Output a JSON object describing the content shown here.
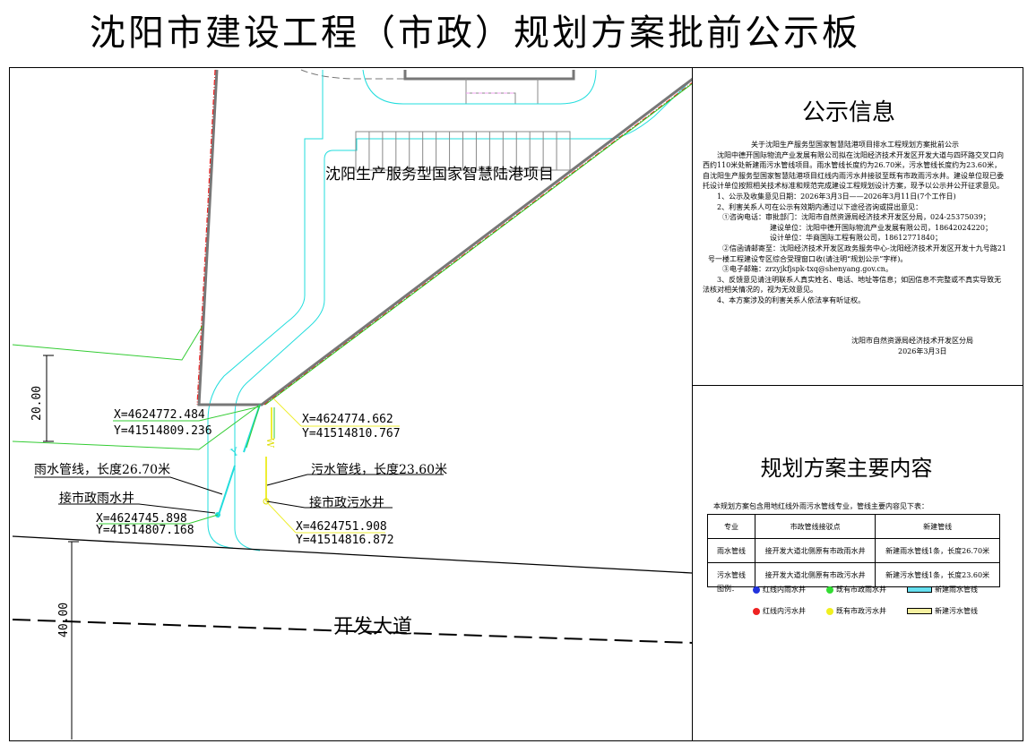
{
  "title": "沈阳市建设工程（市政）规划方案批前公示板",
  "map": {
    "project_name": "沈阳生产服务型国家智慧陆港项目",
    "road_name": "开发大道",
    "dim_20": "20.00",
    "dim_40": "40.00",
    "coord1": {
      "x": "X=4624772.484",
      "y": "Y=41514809.236"
    },
    "coord2": {
      "x": "X=4624774.662",
      "y": "Y=41514810.767"
    },
    "coord3": {
      "x": "X=4624745.898",
      "y": "Y=41514807.168"
    },
    "coord4": {
      "x": "X=4624751.908",
      "y": "Y=41514816.872"
    },
    "rain_pipe_label": "雨水管线，长度26.70米",
    "sewage_pipe_label": "污水管线，长度23.60米",
    "rain_well_label": "接市政雨水井",
    "sewage_well_label": "接市政污水井",
    "rain_mark": "Y",
    "sewage_mark": "W"
  },
  "notice": {
    "heading": "公示信息",
    "title": "关于沈阳生产服务型国家智慧陆港项目排水工程规划方案批前公示",
    "body": "沈阳中德开国际物流产业发展有限公司拟在沈阳经济技术开发区开发大道与四环路交叉口向西约110米处新建雨污水管线项目。雨水管线长度约为26.70米，污水管线长度约为23.60米，自沈阳生产服务型国家智慧陆港项目红线内雨污水井接驳至既有市政雨污水井。建设单位现已委托设计单位按照相关技术标准和规范完成建设工程规划设计方案，现予以公示并公开征求意见。",
    "item1": "1、公示及收集意见日期：2026年3月3日——2026年3月11日(7个工作日)",
    "item2": "2、利害关系人可在公示有效期内通过以下途径咨询或提出意见：",
    "phone_label": "①咨询电话：",
    "phone1": "审批部门：沈阳市自然资源局经济技术开发区分局，024-25375039；",
    "phone2": "建设单位：沈阳中德开国际物流产业发展有限公司，18642024220；",
    "phone3": "设计单位：华商国际工程有限公司，18612771840；",
    "mail": "②信函请邮寄至：沈阳经济技术开发区政务服务中心-沈阳经济技术开发区开发十九号路21号一楼工程建设专区综合受理窗口收(请注明“规划公示”字样)。",
    "email": "③电子邮箱：zrzyjkfjspk-txq@shenyang.gov.cn。",
    "item3": "3、反馈意见请注明联系人真实姓名、电话、地址等信息；如因信息不完整或不真实导致无法核对相关情况的，视为无效意见。",
    "item4": "4、本方案涉及的利害关系人依法享有听证权。",
    "signer": "沈阳市自然资源局经济技术开发区分局",
    "date": "2026年3月3日"
  },
  "plan": {
    "heading": "规划方案主要内容",
    "intro": "本规划方案包含用地红线外雨污水管线专业，管线主要内容见下表：",
    "columns": [
      "专业",
      "市政管线接驳点",
      "新建管线"
    ],
    "rows": [
      [
        "雨水管线",
        "接开发大道北侧原有市政雨水井",
        "新建雨水管线1条，长度26.70米"
      ],
      [
        "污水管线",
        "接开发大道北侧原有市政污水井",
        "新建污水管线1条，长度23.60米"
      ]
    ],
    "legend_label": "图例：",
    "legend": [
      {
        "label": "红线内雨水井",
        "color": "#2233dd"
      },
      {
        "label": "既有市政雨水井",
        "color": "#33dd33"
      },
      {
        "label": "新建雨水管线",
        "color": "#66e0f0"
      },
      {
        "label": "红线内污水井",
        "color": "#ee2222"
      },
      {
        "label": "既有市政污水井",
        "color": "#f0f020"
      },
      {
        "label": "新建污水管线",
        "color": "#f5f0a0"
      }
    ]
  }
}
